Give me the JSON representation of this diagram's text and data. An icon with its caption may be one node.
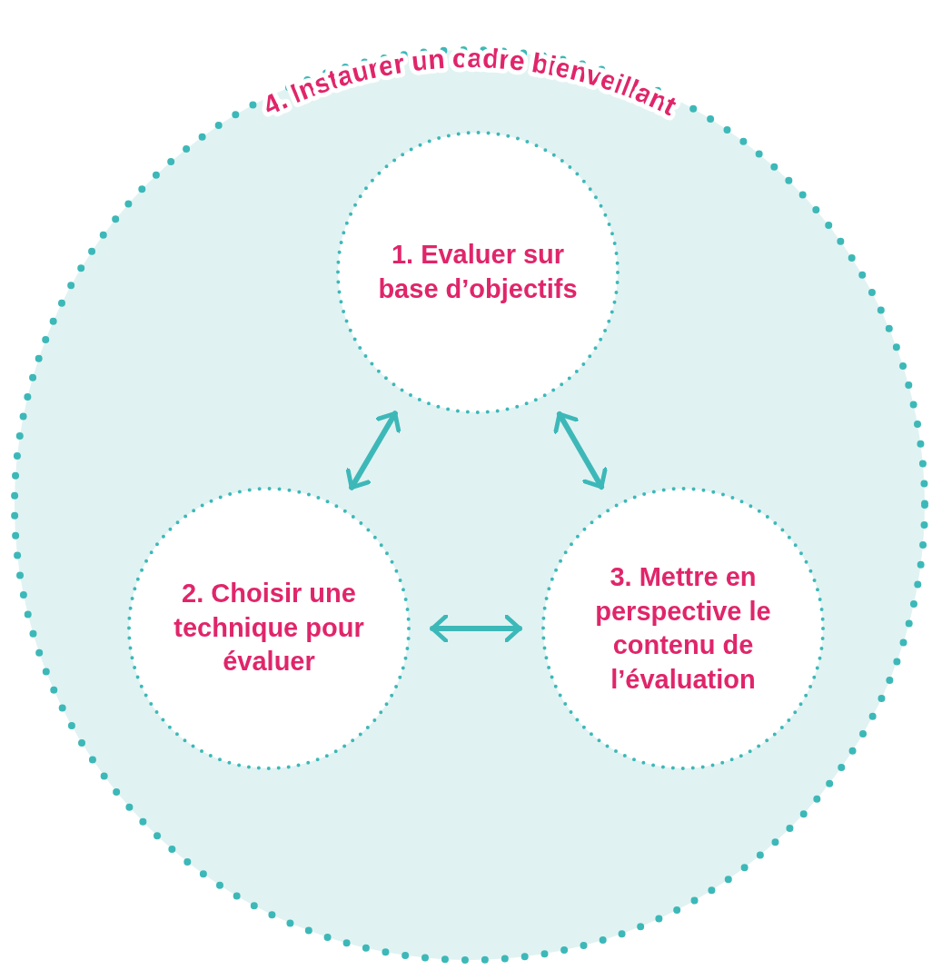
{
  "diagram": {
    "nodes": [
      {
        "text": [
          "4. Instaurer un cadre bienveillant"
        ]
      },
      {
        "text": [
          "1. Evaluer sur base d’objectifs"
        ],
        "in": 0
      },
      {
        "text": [
          "2. Choisir une technique pour évaluer"
        ],
        "in": 0
      },
      {
        "text": [
          "3. Mettre en perspective le contenu de l’évaluation"
        ],
        "in": 0
      }
    ],
    "edges": [
      {
        "from": 1,
        "to": 2,
        "arrow": "both"
      },
      {
        "from": 1,
        "to": 3,
        "arrow": "both"
      },
      {
        "from": 2,
        "to": 3,
        "arrow": "both"
      }
    ]
  }
}
